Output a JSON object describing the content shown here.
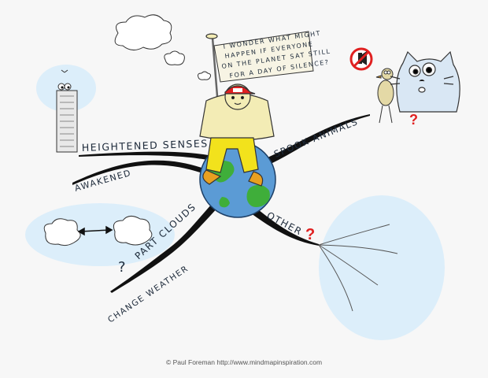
{
  "speech_bubble": {
    "line1": "I WONDER WHAT MIGHT",
    "line2": "HAPPEN IF EVERYONE",
    "line3": "ON THE PLANET SAT STILL",
    "line4": "FOR A DAY OF SILENCE?"
  },
  "branches": {
    "heightened_senses": "HEIGHTENED SENSES",
    "awakened": "AWAKENED",
    "spook_animals": "SPOOK ANIMALS",
    "other": "OTHER",
    "other_mark": "?",
    "part_clouds": "PART CLOUDS",
    "part_mark": "?",
    "change_weather": "CHANGE WEATHER",
    "cat_mark": "?"
  },
  "footer": {
    "credit": "© Paul Foreman http://www.mindmapinspiration.com"
  },
  "colors": {
    "globe_blue": "#5b9bd5",
    "land_green": "#3fae3a",
    "pants_yellow": "#f2e21c",
    "shirt_cream": "#f3ecb5",
    "question_red": "#e02020",
    "branch_black": "#111111",
    "bubble_blue": "#dceefa"
  },
  "icons": [
    "no-sound-sign-icon",
    "bird-icon",
    "cat-icon",
    "skyscraper-icon",
    "cloud-icon",
    "double-arrow-icon"
  ]
}
